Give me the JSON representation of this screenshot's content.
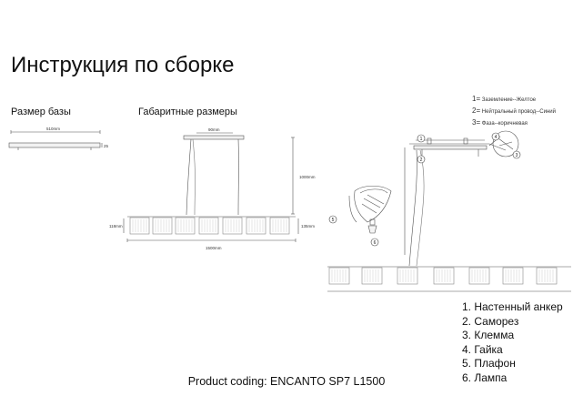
{
  "title": "Инструкция по сборке",
  "sections": {
    "base_size": "Размер базы",
    "overall_dimensions": "Габаритные размеры"
  },
  "dimensions": {
    "base_width": "510mm",
    "base_height": "25",
    "canopy_width": "90mm",
    "drop_height": "1000mm",
    "total_length": "1500mm",
    "shade_height_left": "118mm",
    "shade_height_right": "135mm"
  },
  "wiring_legend": [
    {
      "num": "1=",
      "text": "Заземление--Желтое"
    },
    {
      "num": "2=",
      "text": "Нейтральный провод--Синий"
    },
    {
      "num": "3=",
      "text": "Фаза--коричневая"
    }
  ],
  "callouts": [
    "1",
    "2",
    "3",
    "4",
    "5",
    "6"
  ],
  "parts": [
    "1. Настенный анкер",
    "2. Саморез",
    "3. Клемма",
    "4. Гайка",
    "5. Плафон",
    "6. Лампа"
  ],
  "product_coding": "Product coding: ENCANTO SP7 L1500"
}
